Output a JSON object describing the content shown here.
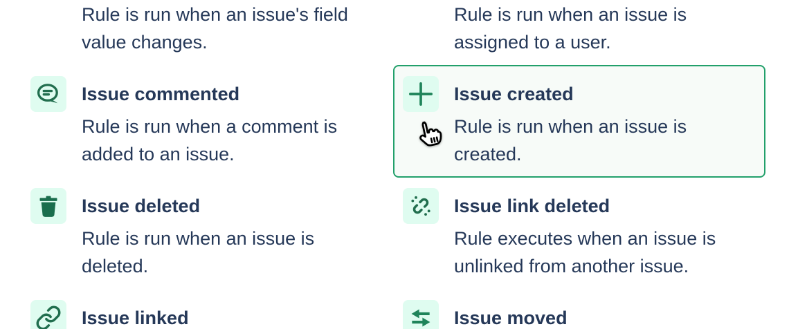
{
  "colors": {
    "accent_green_border": "#22A06B",
    "icon_green_dark": "#216E4E",
    "icon_green_bright": "#1F845A",
    "icon_tile_bg": "#DFFCF0",
    "selected_card_bg": "#F7FBF8",
    "text_navy": "#253858",
    "page_bg": "#FFFFFF"
  },
  "partial_cards": [
    {
      "description": [
        "Rule is run when an issue's field",
        "value changes."
      ]
    },
    {
      "description": [
        "Rule is run when an issue is",
        "assigned to a user."
      ]
    }
  ],
  "cards": [
    {
      "title": "Issue commented",
      "icon": "comment-icon",
      "description": [
        "Rule is run when a comment is",
        "added to an issue."
      ],
      "selected": false
    },
    {
      "title": "Issue created",
      "icon": "plus-icon",
      "description": [
        "Rule is run when an issue is",
        "created."
      ],
      "selected": true
    },
    {
      "title": "Issue deleted",
      "icon": "trash-icon",
      "description": [
        "Rule is run when an issue is",
        "deleted."
      ],
      "selected": false
    },
    {
      "title": "Issue link deleted",
      "icon": "broken-link-icon",
      "description": [
        "Rule executes when an issue is",
        "unlinked from another issue."
      ],
      "selected": false
    },
    {
      "title": "Issue linked",
      "icon": "link-icon",
      "selected": false
    },
    {
      "title": "Issue moved",
      "icon": "transfer-arrows-icon",
      "selected": false
    }
  ],
  "cursor": {
    "icon": "pointer-hand-cursor"
  }
}
